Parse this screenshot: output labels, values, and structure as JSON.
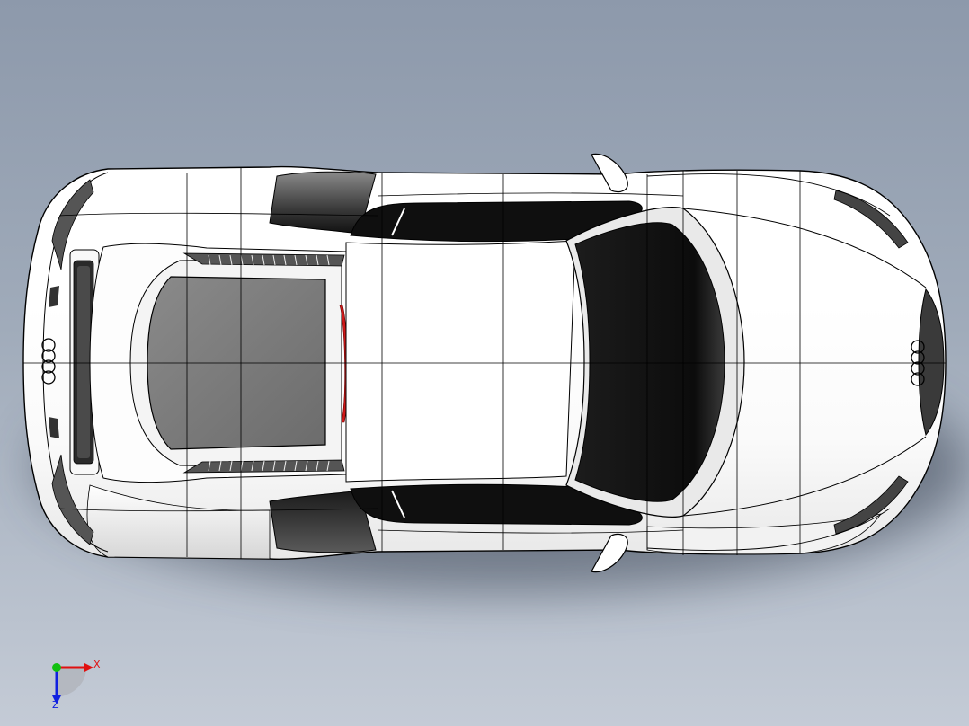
{
  "view": {
    "model": "car-top-view",
    "colors": {
      "background_top": "#8d99ab",
      "background_bottom": "#c4cbd6",
      "body": "#ffffff",
      "glass": "#111111",
      "edge": "#000000",
      "tail_light": "#d01818"
    }
  },
  "triad": {
    "x_label": "X",
    "y_label": "",
    "z_label": "Z",
    "x_color": "#e01010",
    "y_color": "#10c010",
    "z_color": "#1020e0"
  }
}
